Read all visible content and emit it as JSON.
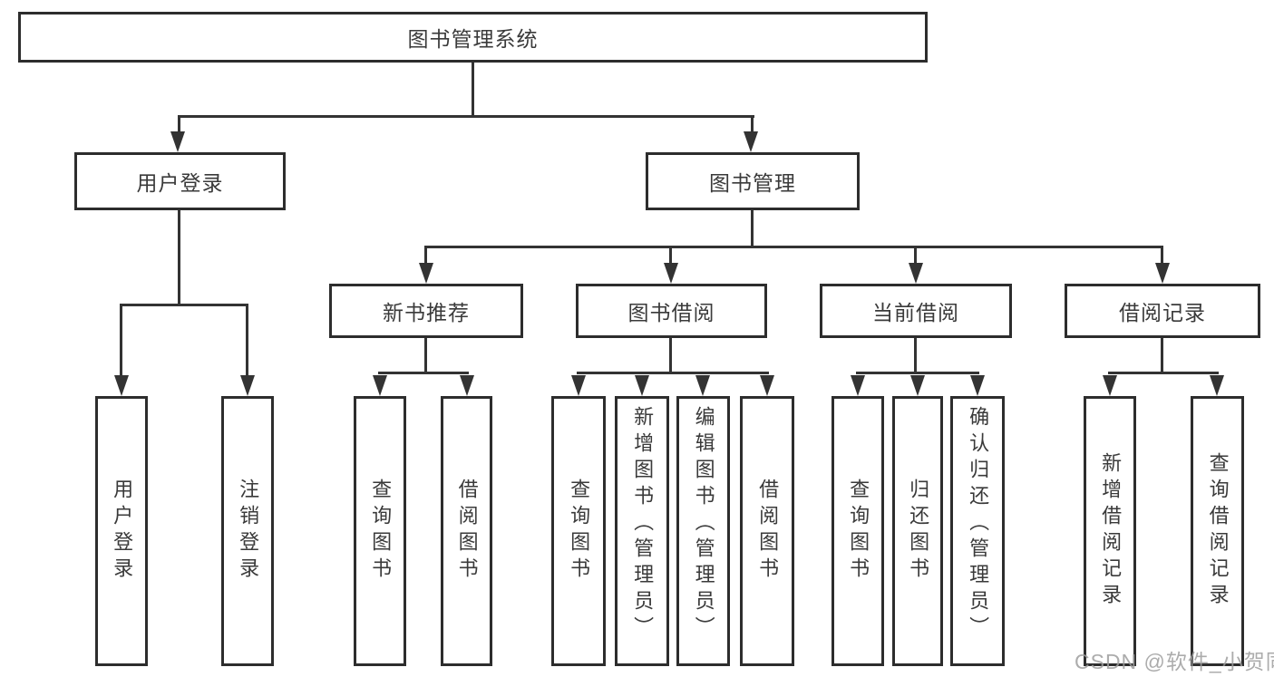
{
  "colors": {
    "box_border": "#2d2d2d",
    "connector_line": "#333333",
    "text": "#3a3a3a",
    "watermark_text": "#9e9e9e",
    "background": "#ffffff"
  },
  "tree": {
    "root": "图书管理系统",
    "user_branch": {
      "label": "用户登录",
      "children": [
        "用户登录",
        "注销登录"
      ]
    },
    "book_branch": {
      "label": "图书管理",
      "sections": [
        {
          "label": "新书推荐",
          "children": [
            "查询图书",
            "借阅图书"
          ]
        },
        {
          "label": "图书借阅",
          "children": [
            "查询图书",
            "新增图书（管理员）",
            "编辑图书（管理员）",
            "借阅图书"
          ]
        },
        {
          "label": "当前借阅",
          "children": [
            "查询图书",
            "归还图书",
            "确认归还（管理员）"
          ]
        },
        {
          "label": "借阅记录",
          "children": [
            "新增借阅记录",
            "查询借阅记录"
          ]
        }
      ]
    }
  },
  "watermark": "CSDN @软件_小贺同学"
}
